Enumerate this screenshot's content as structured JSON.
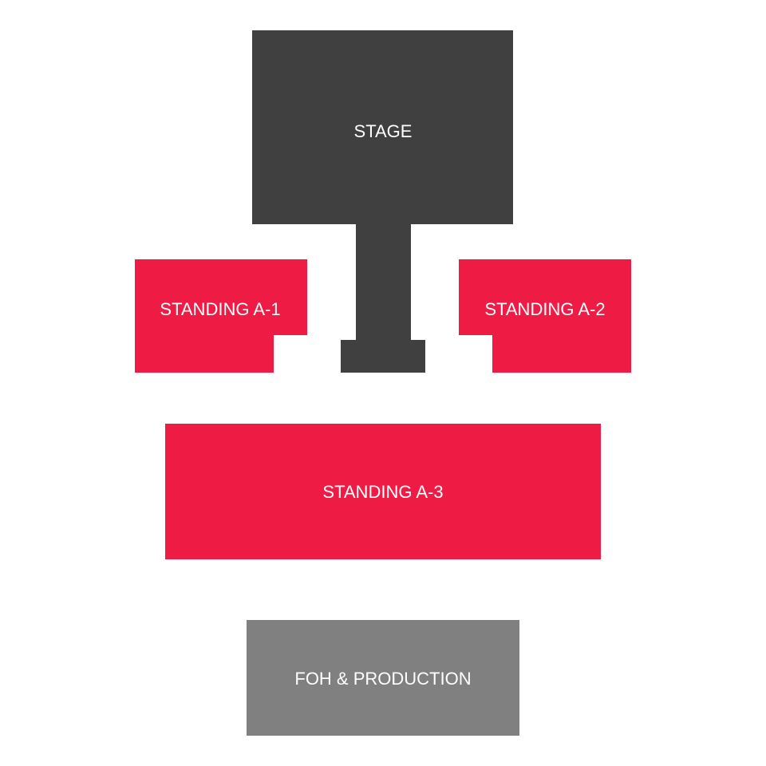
{
  "colors": {
    "stage": "#404040",
    "standing": "#EE1C45",
    "foh": "#808080"
  },
  "sections": {
    "stage": {
      "label": "STAGE"
    },
    "standing_a1": {
      "label": "STANDING A-1"
    },
    "standing_a2": {
      "label": "STANDING A-2"
    },
    "standing_a3": {
      "label": "STANDING A-3"
    },
    "foh": {
      "label": "FOH & PRODUCTION"
    }
  }
}
